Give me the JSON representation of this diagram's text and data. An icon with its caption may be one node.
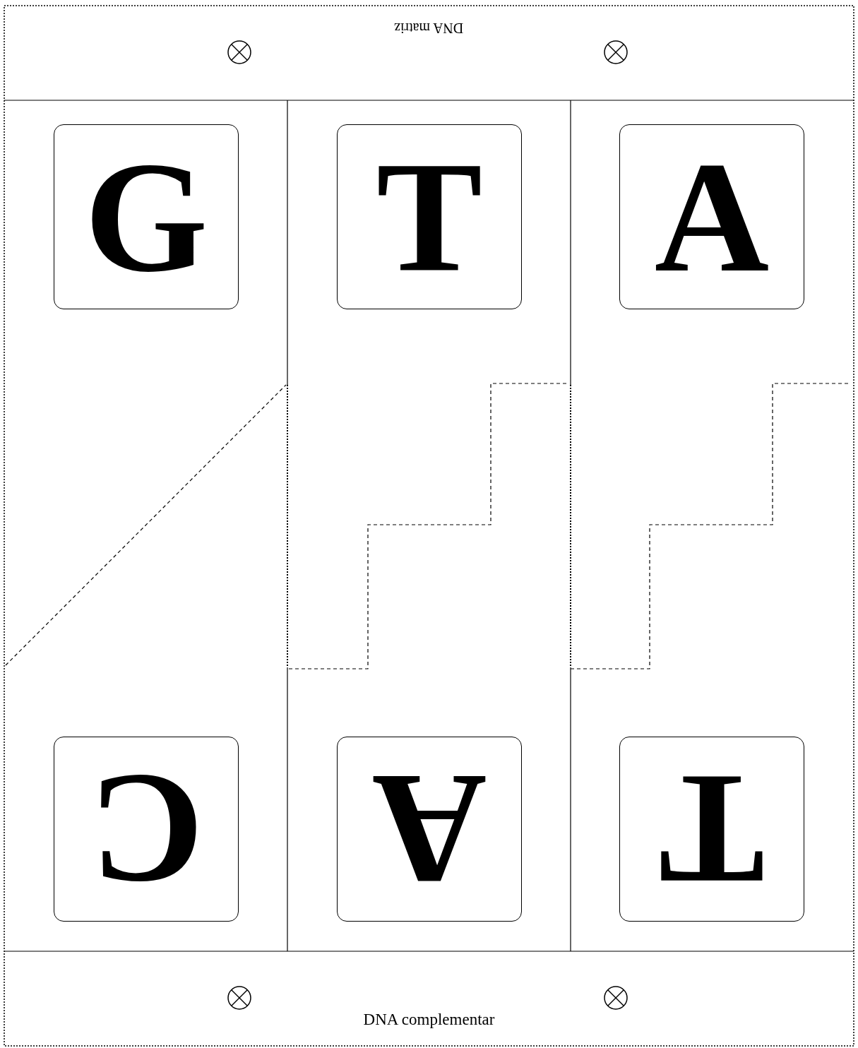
{
  "diagram": {
    "nodes": [
      {
        "text": [
          "G"
        ]
      },
      {
        "text": [
          "T"
        ]
      },
      {
        "text": [
          "A"
        ]
      },
      {
        "text": [
          "C"
        ]
      },
      {
        "text": [
          "A"
        ]
      },
      {
        "text": [
          "T"
        ]
      }
    ],
    "labels": [
      "DNA matriz",
      "DNA complementar"
    ]
  }
}
